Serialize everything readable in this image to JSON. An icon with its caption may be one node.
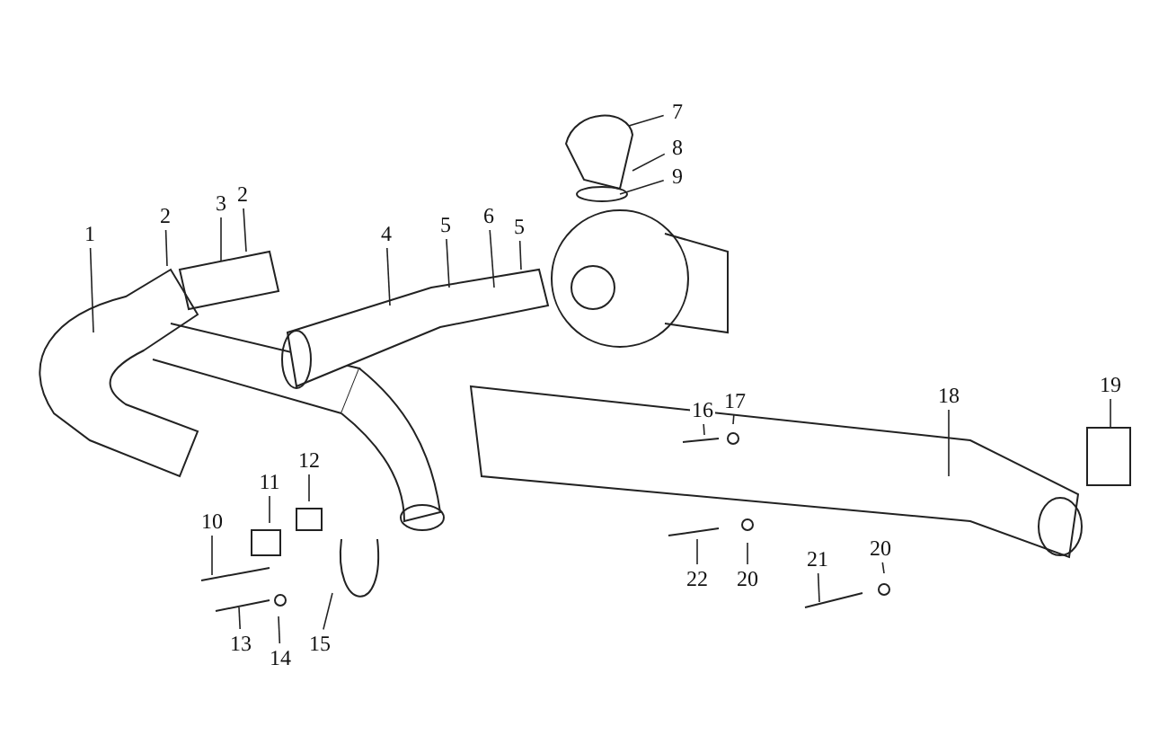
{
  "diagram": {
    "nodes": [
      {
        "text": [
          "1"
        ]
      },
      {
        "text": [
          "2"
        ]
      },
      {
        "text": [
          "3"
        ]
      },
      {
        "text": [
          "2"
        ]
      },
      {
        "text": [
          "4"
        ]
      },
      {
        "text": [
          "5"
        ]
      },
      {
        "text": [
          "6"
        ]
      },
      {
        "text": [
          "5"
        ]
      },
      {
        "text": [
          "7"
        ]
      },
      {
        "text": [
          "8"
        ]
      },
      {
        "text": [
          "9"
        ]
      },
      {
        "text": [
          "10"
        ]
      },
      {
        "text": [
          "11"
        ]
      },
      {
        "text": [
          "12"
        ]
      },
      {
        "text": [
          "13"
        ]
      },
      {
        "text": [
          "14"
        ]
      },
      {
        "text": [
          "15"
        ]
      },
      {
        "text": [
          "16"
        ]
      },
      {
        "text": [
          "17"
        ]
      },
      {
        "text": [
          "18"
        ]
      },
      {
        "text": [
          "19"
        ]
      },
      {
        "text": [
          "20"
        ]
      },
      {
        "text": [
          "20"
        ]
      },
      {
        "text": [
          "21"
        ]
      },
      {
        "text": [
          "22"
        ]
      }
    ],
    "edges": [
      {
        "from": 0,
        "to": null,
        "arrow": "none"
      },
      {
        "from": 1,
        "to": null,
        "arrow": "none"
      },
      {
        "from": 2,
        "to": null,
        "arrow": "none"
      },
      {
        "from": 3,
        "to": null,
        "arrow": "none"
      },
      {
        "from": 4,
        "to": null,
        "arrow": "none"
      },
      {
        "from": 5,
        "to": null,
        "arrow": "none"
      },
      {
        "from": 6,
        "to": null,
        "arrow": "none"
      },
      {
        "from": 7,
        "to": null,
        "arrow": "none"
      },
      {
        "from": 8,
        "to": null,
        "arrow": "none"
      },
      {
        "from": 9,
        "to": null,
        "arrow": "none"
      },
      {
        "from": 10,
        "to": null,
        "arrow": "none"
      },
      {
        "from": 11,
        "to": null,
        "arrow": "none"
      },
      {
        "from": 12,
        "to": null,
        "arrow": "none"
      },
      {
        "from": 13,
        "to": null,
        "arrow": "none"
      },
      {
        "from": 14,
        "to": null,
        "arrow": "none"
      },
      {
        "from": 15,
        "to": null,
        "arrow": "none"
      },
      {
        "from": 16,
        "to": null,
        "arrow": "none"
      },
      {
        "from": 17,
        "to": null,
        "arrow": "none"
      },
      {
        "from": 18,
        "to": null,
        "arrow": "none"
      },
      {
        "from": 19,
        "to": null,
        "arrow": "none"
      },
      {
        "from": 20,
        "to": null,
        "arrow": "none"
      },
      {
        "from": 21,
        "to": null,
        "arrow": "none"
      },
      {
        "from": 22,
        "to": null,
        "arrow": "none"
      },
      {
        "from": 23,
        "to": null,
        "arrow": "none"
      },
      {
        "from": 24,
        "to": null,
        "arrow": "none"
      }
    ]
  }
}
